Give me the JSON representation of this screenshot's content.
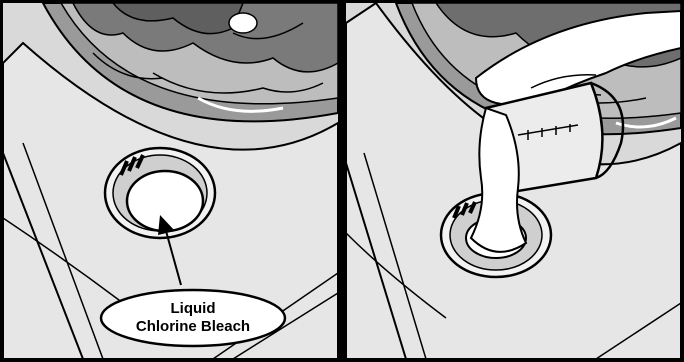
{
  "figure": {
    "panels": [
      {
        "id": "left",
        "depicts": "bleach dispenser opening on washer top, clothes in tub"
      },
      {
        "id": "right",
        "depicts": "hand pouring liquid from measuring cup into dispenser"
      }
    ],
    "callout": {
      "line1": "Liquid",
      "line2": "Chlorine Bleach"
    }
  }
}
